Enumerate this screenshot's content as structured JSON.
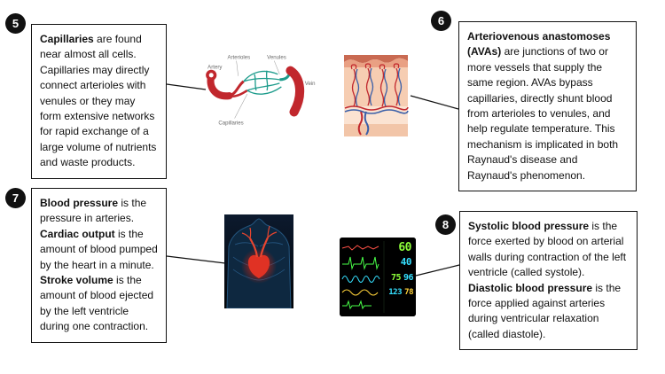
{
  "figure": {
    "background": "#ffffff",
    "colors": {
      "badge_bg": "#111111",
      "box_border": "#111111",
      "vessel_red": "#c1272d",
      "capillary_teal": "#1e9c8c",
      "heart_red": "#e03224"
    }
  },
  "items": [
    {
      "number": "5",
      "segments": [
        {
          "t": "Capillaries",
          "bold": true
        },
        {
          "t": " are found near almost all cells. Capillaries may directly connect arterioles with venules or they may form extensive networks for rapid exchange of a large volume of nutrients and waste products.",
          "bold": false
        }
      ]
    },
    {
      "number": "6",
      "segments": [
        {
          "t": "Arteriovenous anastomoses (AVAs)",
          "bold": true
        },
        {
          "t": " are junctions of two or more vessels that supply the same region. AVAs bypass capillaries, directly shunt blood from arterioles to venules, and help regulate temperature. This mechanism is implicated in both Raynaud's disease and Raynaud's phenomenon.",
          "bold": false
        }
      ]
    },
    {
      "number": "7",
      "segments": [
        {
          "t": "Blood pressure",
          "bold": true
        },
        {
          "t": " is the pressure in arteries. ",
          "bold": false
        },
        {
          "t": "Cardiac output",
          "bold": true
        },
        {
          "t": " is the amount of blood pumped by the heart in a minute. ",
          "bold": false
        },
        {
          "t": "Stroke volume",
          "bold": true
        },
        {
          "t": " is the amount of blood ejected by the left ventricle during one contraction.",
          "bold": false
        }
      ]
    },
    {
      "number": "8",
      "segments": [
        {
          "t": "Systolic blood pressure",
          "bold": true
        },
        {
          "t": " is the force exerted by blood on arterial walls during contraction of the left ventricle (called systole). ",
          "bold": false
        },
        {
          "t": "Diastolic blood pressure",
          "bold": true
        },
        {
          "t": " is the force applied against arteries during ventricular relaxation (called diastole).",
          "bold": false
        }
      ]
    }
  ],
  "capillary_diagram": {
    "labels": {
      "artery": "Artery",
      "arterioles": "Arterioles",
      "venules": "Venules",
      "vein": "Vein",
      "capillaries": "Capillaries"
    }
  },
  "monitor": {
    "readings": [
      {
        "value": "60",
        "color": "#8dff3a"
      },
      {
        "value": "40",
        "color": "#35e0ff"
      },
      {
        "value": "75",
        "color": "#8dff3a"
      },
      {
        "value": "96",
        "color": "#35e0ff"
      },
      {
        "value": "123",
        "color": "#35e0ff"
      },
      {
        "value": "78",
        "color": "#ffd23a"
      }
    ]
  }
}
